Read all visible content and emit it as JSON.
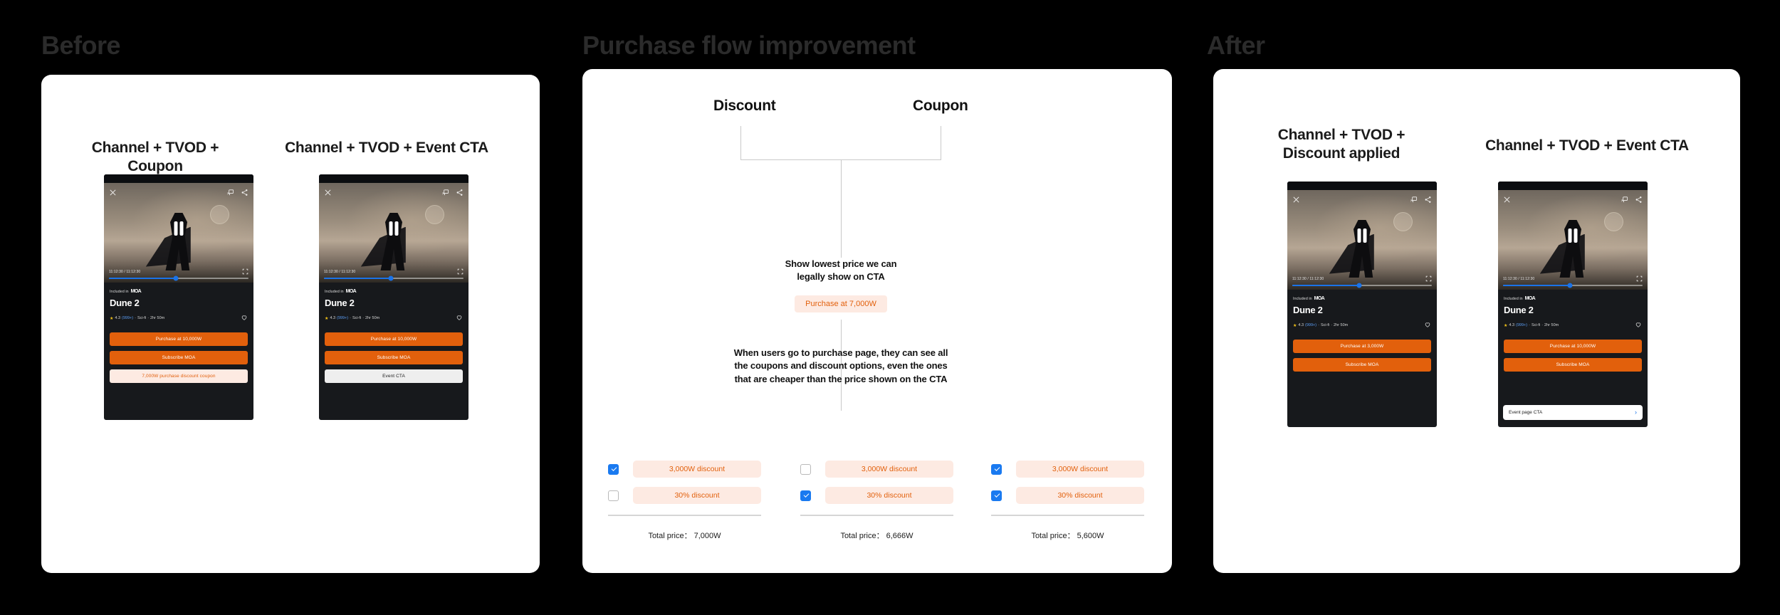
{
  "sections": {
    "before_label": "Before",
    "center_label": "Purchase flow improvement",
    "after_label": "After"
  },
  "icons": {
    "close": "close-icon",
    "cast": "cast-icon",
    "share": "share-icon",
    "fullscreen": "fullscreen-icon",
    "heart": "heart-outline-icon",
    "star": "star-icon",
    "chevron": "chevron-right-icon"
  },
  "player": {
    "time_current": "11:12:30",
    "time_total": "11:12:30",
    "time_separator": "/",
    "included_label": "Included in",
    "brand": "MOA",
    "title": "Dune 2",
    "rating": "4.3",
    "rating_count": "(999+)",
    "genre": "Sci-fi",
    "duration": "2hr 50m",
    "dot": "·"
  },
  "before": {
    "mocks": [
      {
        "title": "Channel + TVOD + Coupon",
        "buttons": [
          {
            "label": "Purchase at 10,000W",
            "style": "orange"
          },
          {
            "label": "Subscribe MOA",
            "style": "orange"
          },
          {
            "label": "7,000W purchase discount coupon",
            "style": "coupon"
          }
        ]
      },
      {
        "title": "Channel + TVOD + Event CTA",
        "buttons": [
          {
            "label": "Purchase at 10,000W",
            "style": "orange"
          },
          {
            "label": "Subscribe MOA",
            "style": "orange"
          },
          {
            "label": "Event CTA",
            "style": "white"
          }
        ]
      }
    ]
  },
  "after": {
    "mocks": [
      {
        "title": "Channel + TVOD +\nDiscount applied",
        "title_line1": "Channel + TVOD +",
        "title_line2": "Discount applied",
        "buttons": [
          {
            "label": "Purchase at 3,000W",
            "style": "orange"
          },
          {
            "label": "Subscribe MOA",
            "style": "orange"
          }
        ]
      },
      {
        "title": "Channel + TVOD + Event CTA",
        "buttons": [
          {
            "label": "Purchase at 10,000W",
            "style": "orange"
          },
          {
            "label": "Subscribe MOA",
            "style": "orange"
          }
        ],
        "event_bar": "Event page CTA"
      }
    ]
  },
  "diagram": {
    "head_left": "Discount",
    "head_right": "Coupon",
    "note_top_line1": "Show lowest price we can",
    "note_top_line2": "legally show on CTA",
    "price_pill": "Purchase at 7,000W",
    "note_bottom_line1": "When users go to purchase page, they can see all",
    "note_bottom_line2": "the coupons and discount options, even the ones",
    "note_bottom_line3": "that are cheaper than the price shown on the CTA",
    "option_groups": [
      {
        "options": [
          {
            "label": "3,000W discount",
            "checked": true
          },
          {
            "label": "30% discount",
            "checked": false
          }
        ],
        "total": "Total price： 7,000W"
      },
      {
        "options": [
          {
            "label": "3,000W discount",
            "checked": false
          },
          {
            "label": "30% discount",
            "checked": true
          }
        ],
        "total": "Total price： 6,666W"
      },
      {
        "options": [
          {
            "label": "3,000W discount",
            "checked": true
          },
          {
            "label": "30% discount",
            "checked": true
          }
        ],
        "total": "Total price： 5,600W"
      }
    ]
  },
  "colors": {
    "accent_orange": "#e2600c",
    "coupon_bg": "#fdeae2",
    "checkbox_blue": "#1a7af0",
    "progress_blue": "#1a73e8",
    "panel_bg": "#ffffff",
    "page_bg": "#000000"
  }
}
